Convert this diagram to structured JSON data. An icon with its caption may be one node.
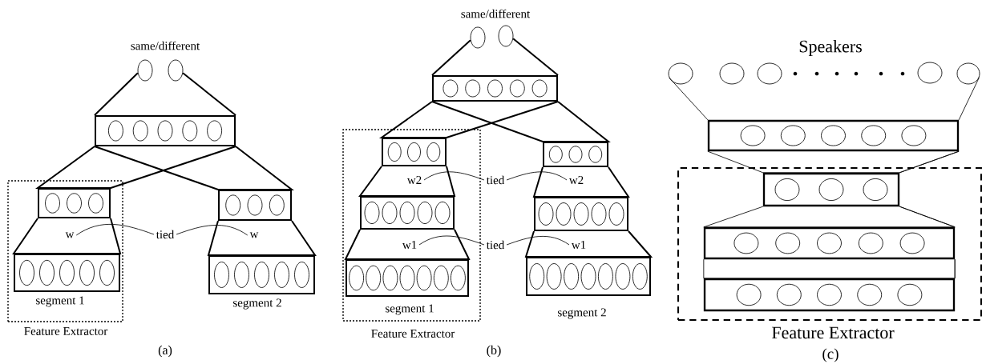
{
  "diagram": {
    "nodes": [
      {
        "text": [
          "Feature Extractor"
        ]
      },
      {
        "text": [],
        "shape": "circle"
      },
      {
        "text": [],
        "shape": "circle"
      },
      {
        "text": [],
        "shape": "box"
      },
      {
        "text": [],
        "shape": "box",
        "in": 0
      },
      {
        "text": [],
        "shape": "box",
        "in": 0,
        "beside": [
          "segment 1"
        ]
      },
      {
        "text": [],
        "shape": "box"
      },
      {
        "text": [],
        "shape": "box",
        "beside": [
          "segment 2"
        ]
      },
      {
        "text": [
          "w"
        ],
        "in": 0
      },
      {
        "text": [
          "tied"
        ]
      },
      {
        "text": [
          "w"
        ]
      },
      {
        "text": [
          "Feature Extractor"
        ]
      },
      {
        "text": [],
        "shape": "circle"
      },
      {
        "text": [],
        "shape": "circle"
      },
      {
        "text": [],
        "shape": "box"
      },
      {
        "text": [],
        "shape": "box",
        "in": 11
      },
      {
        "text": [],
        "shape": "box",
        "in": 11
      },
      {
        "text": [],
        "shape": "box",
        "in": 11,
        "beside": [
          "segment 1"
        ]
      },
      {
        "text": [],
        "shape": "box"
      },
      {
        "text": [],
        "shape": "box"
      },
      {
        "text": [],
        "shape": "box",
        "beside": [
          "segment 2"
        ]
      },
      {
        "text": [
          "w2"
        ],
        "in": 11
      },
      {
        "text": [
          "tied"
        ]
      },
      {
        "text": [
          "w2"
        ]
      },
      {
        "text": [
          "w1"
        ],
        "in": 11
      },
      {
        "text": [
          "tied"
        ]
      },
      {
        "text": [
          "w1"
        ]
      },
      {
        "text": [
          "Feature Extractor"
        ]
      },
      {
        "text": [],
        "shape": "circle"
      },
      {
        "text": [],
        "shape": "circle"
      },
      {
        "text": [],
        "shape": "circle"
      },
      {
        "text": [],
        "shape": "circle"
      },
      {
        "text": [],
        "shape": "circle"
      },
      {
        "text": [],
        "shape": "box"
      },
      {
        "text": [],
        "shape": "box",
        "in": 27
      },
      {
        "text": [],
        "shape": "box",
        "in": 27
      },
      {
        "text": [],
        "shape": "box",
        "in": 27
      }
    ],
    "edges": [
      {
        "from": 1,
        "to": 3,
        "arrow": "none"
      },
      {
        "from": 2,
        "to": 3,
        "arrow": "none"
      },
      {
        "from": 3,
        "to": 4,
        "arrow": "none"
      },
      {
        "from": 3,
        "to": 6,
        "arrow": "none"
      },
      {
        "from": 4,
        "to": 5,
        "arrow": "none"
      },
      {
        "from": 6,
        "to": 7,
        "arrow": "none"
      },
      {
        "from": 9,
        "to": 8,
        "arrow": "none"
      },
      {
        "from": 9,
        "to": 10,
        "arrow": "none"
      },
      {
        "from": 12,
        "to": 14,
        "arrow": "none"
      },
      {
        "from": 13,
        "to": 14,
        "arrow": "none"
      },
      {
        "from": 14,
        "to": 15,
        "arrow": "none"
      },
      {
        "from": 14,
        "to": 18,
        "arrow": "none"
      },
      {
        "from": 15,
        "to": 16,
        "arrow": "none"
      },
      {
        "from": 16,
        "to": 17,
        "arrow": "none"
      },
      {
        "from": 18,
        "to": 19,
        "arrow": "none"
      },
      {
        "from": 19,
        "to": 20,
        "arrow": "none"
      },
      {
        "from": 22,
        "to": 21,
        "arrow": "none"
      },
      {
        "from": 22,
        "to": 23,
        "arrow": "none"
      },
      {
        "from": 25,
        "to": 24,
        "arrow": "none"
      },
      {
        "from": 25,
        "to": 26,
        "arrow": "none"
      },
      {
        "from": 28,
        "to": 33,
        "arrow": "none"
      },
      {
        "from": 32,
        "to": 33,
        "arrow": "none"
      },
      {
        "from": 33,
        "to": 34,
        "arrow": "none"
      },
      {
        "from": 34,
        "to": 35,
        "arrow": "none"
      },
      {
        "from": 35,
        "to": 36,
        "arrow": "none"
      }
    ],
    "labels": [
      "same/different",
      "(a)",
      "same/different",
      "(b)",
      "Speakers",
      "(c)"
    ]
  }
}
